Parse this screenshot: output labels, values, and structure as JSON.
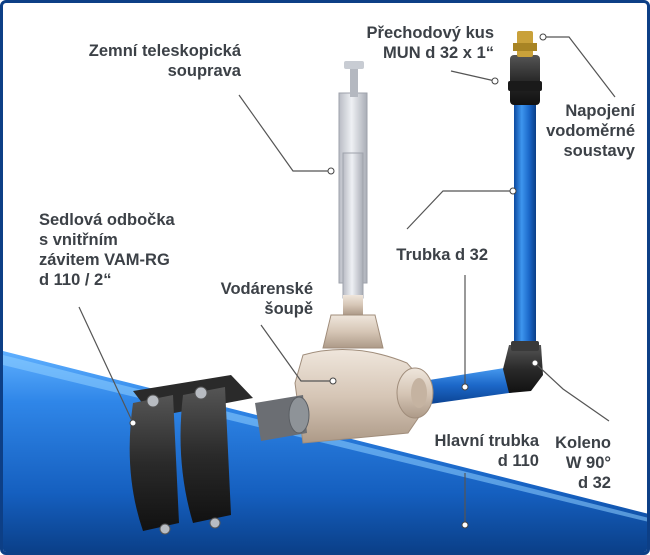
{
  "labels": {
    "telescopic": [
      "Zemní teleskopická",
      "souprava"
    ],
    "transition": [
      "Přechodový kus",
      "MUN d 32 x 1“"
    ],
    "meter": [
      "Napojení",
      "vodoměrné",
      "soustavy"
    ],
    "saddle": [
      "Sedlová odbočka",
      "s vnitřním",
      "závitem VAM-RG",
      "d 110 / 2“"
    ],
    "valve": [
      "Vodárenské",
      "šoupě"
    ],
    "pipe32": [
      "Trubka d 32"
    ],
    "mainpipe": [
      "Hlavní trubka",
      "d 110"
    ],
    "elbow": [
      "Koleno",
      "W 90°",
      "d 32"
    ]
  },
  "colors": {
    "frame": "#0d3f86",
    "pipe_blue": "#1f6fd0",
    "text": "#3c4147",
    "leader": "#555555",
    "valve": "#d6c6b6",
    "fitting": "#2b2b2b"
  }
}
